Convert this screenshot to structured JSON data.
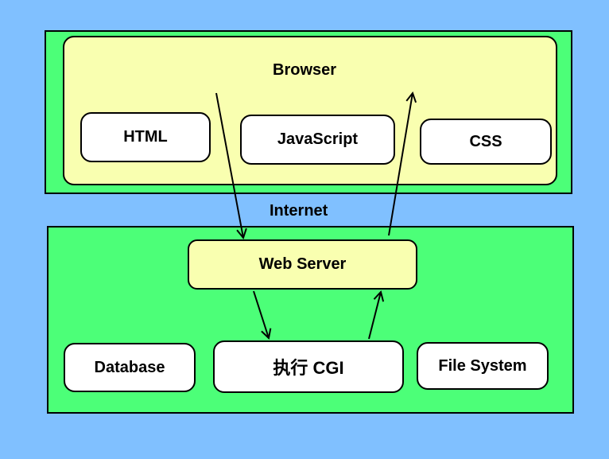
{
  "diagram": {
    "browser": {
      "title": "Browser",
      "items": [
        "HTML",
        "JavaScript",
        "CSS"
      ]
    },
    "network_label": "Internet",
    "server": {
      "web_server": "Web Server",
      "items": [
        "Database",
        "执行 CGI",
        "File System"
      ]
    }
  }
}
